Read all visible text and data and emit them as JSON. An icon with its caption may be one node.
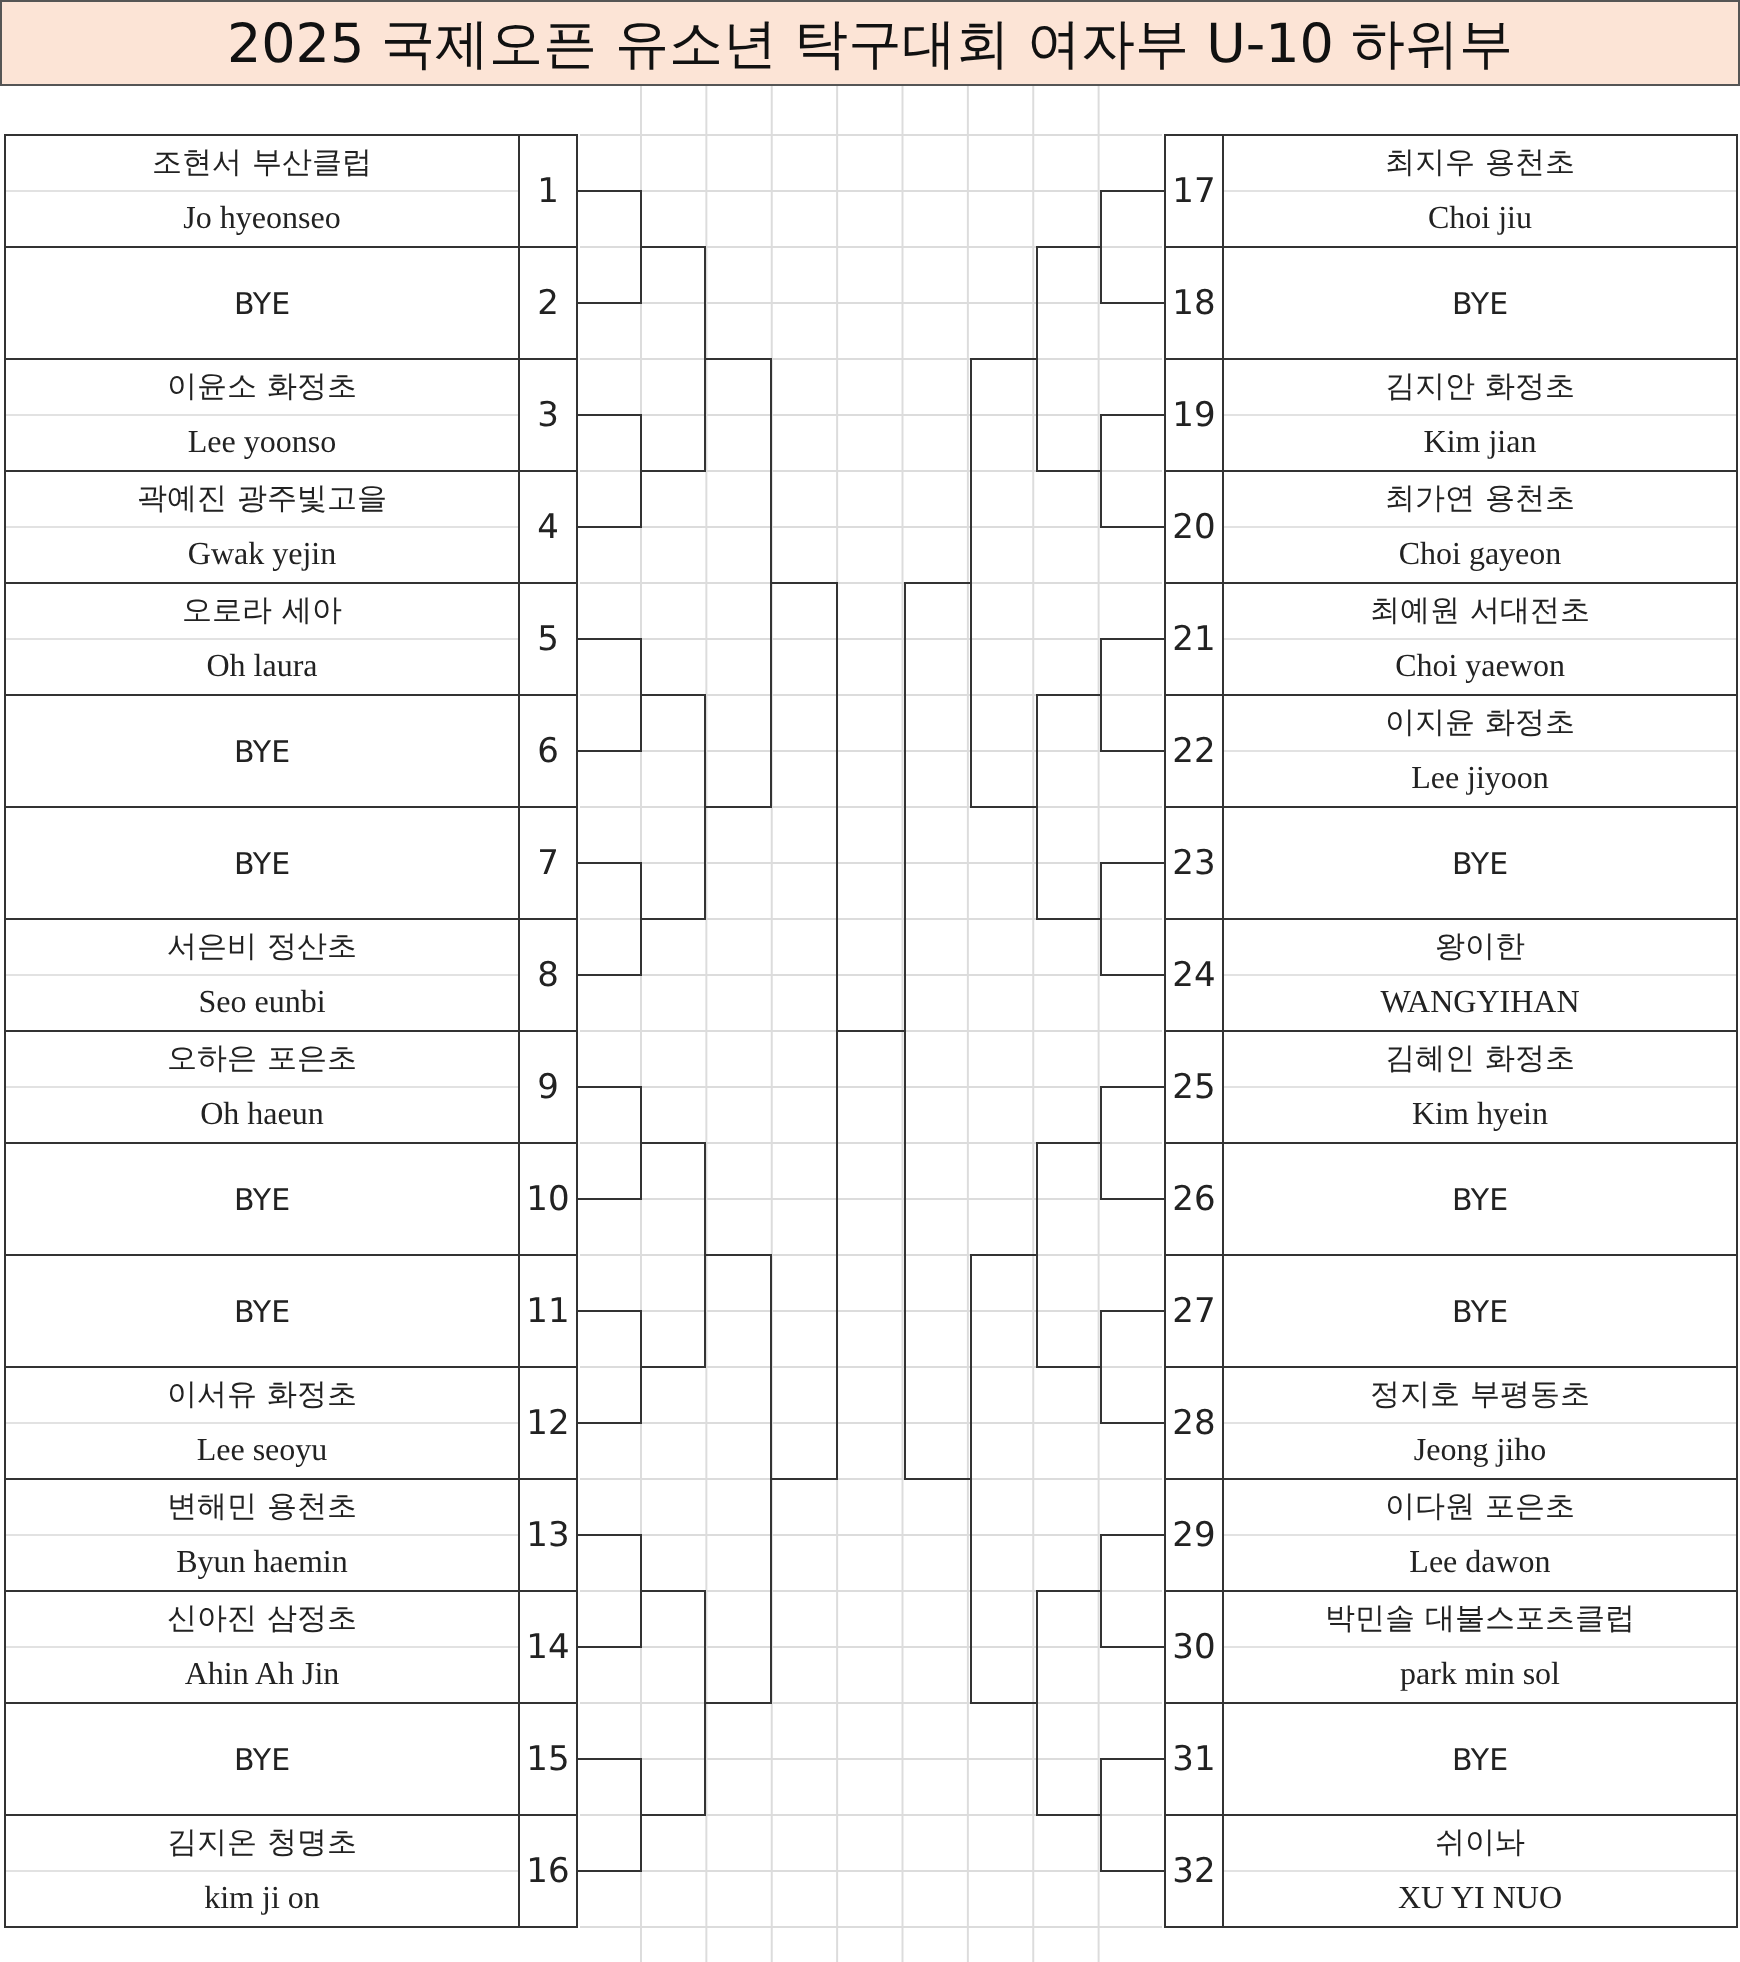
{
  "diagram": {
    "title": "2025 국제오픈 유소년 탁구대회 여자부 U-10 하위부",
    "nodes": [
      {
        "text": [
          "조현서 부산클럽",
          "Jo hyeonseo"
        ]
      },
      {
        "text": [
          "1"
        ]
      },
      {
        "text": [
          "BYE"
        ]
      },
      {
        "text": [
          "2"
        ]
      },
      {
        "text": [
          "이윤소 화정초",
          "Lee yoonso"
        ]
      },
      {
        "text": [
          "3"
        ]
      },
      {
        "text": [
          "곽예진 광주빛고을",
          "Gwak yejin"
        ]
      },
      {
        "text": [
          "4"
        ]
      },
      {
        "text": [
          "오로라 세아",
          "Oh laura"
        ]
      },
      {
        "text": [
          "5"
        ]
      },
      {
        "text": [
          "BYE"
        ]
      },
      {
        "text": [
          "6"
        ]
      },
      {
        "text": [
          "BYE"
        ]
      },
      {
        "text": [
          "7"
        ]
      },
      {
        "text": [
          "서은비 정산초",
          "Seo eunbi"
        ]
      },
      {
        "text": [
          "8"
        ]
      },
      {
        "text": [
          "오하은 포은초",
          "Oh haeun"
        ]
      },
      {
        "text": [
          "9"
        ]
      },
      {
        "text": [
          "BYE"
        ]
      },
      {
        "text": [
          "10"
        ]
      },
      {
        "text": [
          "BYE"
        ]
      },
      {
        "text": [
          "11"
        ]
      },
      {
        "text": [
          "이서유 화정초",
          "Lee seoyu"
        ]
      },
      {
        "text": [
          "12"
        ]
      },
      {
        "text": [
          "변해민 용천초",
          "Byun haemin"
        ]
      },
      {
        "text": [
          "13"
        ]
      },
      {
        "text": [
          "신아진 삼정초",
          "Ahin Ah Jin"
        ]
      },
      {
        "text": [
          "14"
        ]
      },
      {
        "text": [
          "BYE"
        ]
      },
      {
        "text": [
          "15"
        ]
      },
      {
        "text": [
          "김지온 청명초",
          "kim ji on"
        ]
      },
      {
        "text": [
          "16"
        ]
      },
      {
        "text": [
          "17"
        ]
      },
      {
        "text": [
          "최지우 용천초",
          "Choi jiu"
        ]
      },
      {
        "text": [
          "18"
        ]
      },
      {
        "text": [
          "BYE"
        ]
      },
      {
        "text": [
          "19"
        ]
      },
      {
        "text": [
          "김지안 화정초",
          "Kim jian"
        ]
      },
      {
        "text": [
          "20"
        ]
      },
      {
        "text": [
          "최가연 용천초",
          "Choi gayeon"
        ]
      },
      {
        "text": [
          "21"
        ]
      },
      {
        "text": [
          "최예원 서대전초",
          "Choi yaewon"
        ]
      },
      {
        "text": [
          "22"
        ]
      },
      {
        "text": [
          "이지윤 화정초",
          "Lee jiyoon"
        ]
      },
      {
        "text": [
          "23"
        ]
      },
      {
        "text": [
          "BYE"
        ]
      },
      {
        "text": [
          "24"
        ]
      },
      {
        "text": [
          "왕이한",
          "WANGYIHAN"
        ]
      },
      {
        "text": [
          "25"
        ]
      },
      {
        "text": [
          "김혜인 화정초",
          "Kim hyein"
        ]
      },
      {
        "text": [
          "26"
        ]
      },
      {
        "text": [
          "BYE"
        ]
      },
      {
        "text": [
          "27"
        ]
      },
      {
        "text": [
          "BYE"
        ]
      },
      {
        "text": [
          "28"
        ]
      },
      {
        "text": [
          "정지호 부평동초",
          "Jeong jiho"
        ]
      },
      {
        "text": [
          "29"
        ]
      },
      {
        "text": [
          "이다원 포은초",
          "Lee dawon"
        ]
      },
      {
        "text": [
          "30"
        ]
      },
      {
        "text": [
          "박민솔 대불스포츠클럽",
          "park min sol"
        ]
      },
      {
        "text": [
          "31"
        ]
      },
      {
        "text": [
          "BYE"
        ]
      },
      {
        "text": [
          "32"
        ]
      },
      {
        "text": [
          "쉬이놔",
          "XU YI NUO"
        ]
      }
    ]
  }
}
